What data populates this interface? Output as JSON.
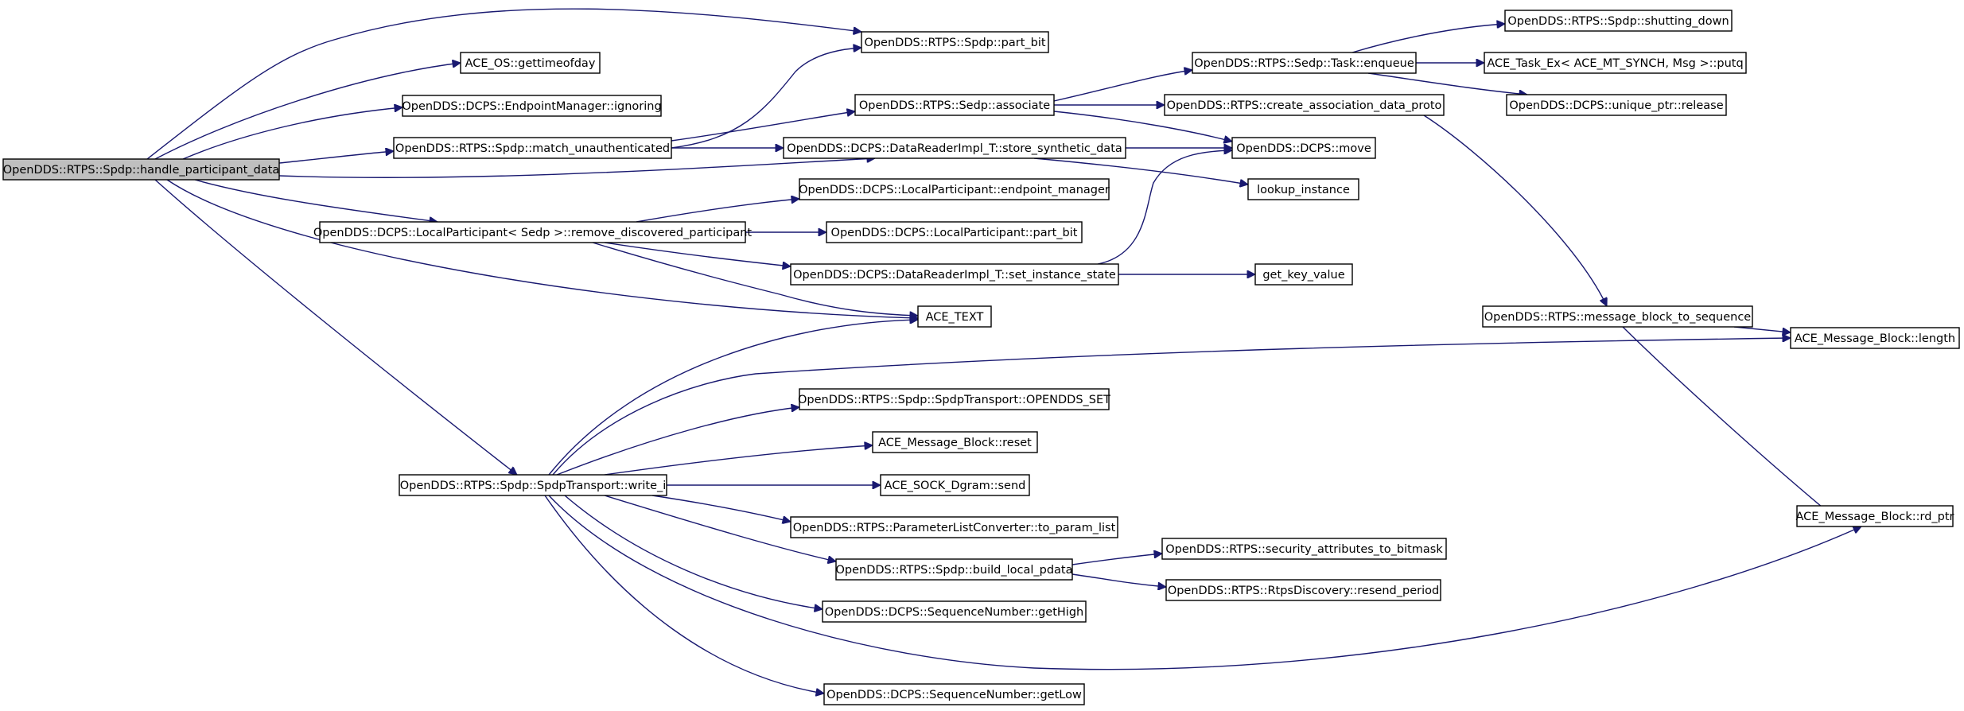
{
  "graph": {
    "type": "call-graph",
    "colors": {
      "root_fill": "#bfbfbf",
      "node_fill": "#ffffff",
      "node_border": "#000000",
      "edge": "#191970"
    },
    "nodes": [
      {
        "id": "root",
        "label": "OpenDDS::RTPS::Spdp::handle_participant_data",
        "root": true
      },
      {
        "id": "part_bit",
        "label": "OpenDDS::RTPS::Spdp::part_bit"
      },
      {
        "id": "gettimeofday",
        "label": "ACE_OS::gettimeofday"
      },
      {
        "id": "ignoring",
        "label": "OpenDDS::DCPS::EndpointManager::ignoring"
      },
      {
        "id": "match_unauth",
        "label": "OpenDDS::RTPS::Spdp::match_unauthenticated"
      },
      {
        "id": "remove_disc",
        "label": "OpenDDS::DCPS::LocalParticipant< Sedp >::remove_discovered_participant"
      },
      {
        "id": "write_i",
        "label": "OpenDDS::RTPS::Spdp::SpdpTransport::write_i"
      },
      {
        "id": "sedp_associate",
        "label": "OpenDDS::RTPS::Sedp::associate"
      },
      {
        "id": "store_synth",
        "label": "OpenDDS::DCPS::DataReaderImpl_T::store_synthetic_data"
      },
      {
        "id": "endpoint_manager",
        "label": "OpenDDS::DCPS::LocalParticipant::endpoint_manager"
      },
      {
        "id": "lp_part_bit",
        "label": "OpenDDS::DCPS::LocalParticipant::part_bit"
      },
      {
        "id": "set_instance_state",
        "label": "OpenDDS::DCPS::DataReaderImpl_T::set_instance_state"
      },
      {
        "id": "ace_text",
        "label": "ACE_TEXT"
      },
      {
        "id": "opendds_set",
        "label": "OpenDDS::RTPS::Spdp::SpdpTransport::OPENDDS_SET"
      },
      {
        "id": "mb_reset",
        "label": "ACE_Message_Block::reset"
      },
      {
        "id": "dgram_send",
        "label": "ACE_SOCK_Dgram::send"
      },
      {
        "id": "to_param_list",
        "label": "OpenDDS::RTPS::ParameterListConverter::to_param_list"
      },
      {
        "id": "build_local_pdata",
        "label": "OpenDDS::RTPS::Spdp::build_local_pdata"
      },
      {
        "id": "getHigh",
        "label": "OpenDDS::DCPS::SequenceNumber::getHigh"
      },
      {
        "id": "getLow",
        "label": "OpenDDS::DCPS::SequenceNumber::getLow"
      },
      {
        "id": "task_enqueue",
        "label": "OpenDDS::RTPS::Sedp::Task::enqueue"
      },
      {
        "id": "create_assoc",
        "label": "OpenDDS::RTPS::create_association_data_proto"
      },
      {
        "id": "dcps_move",
        "label": "OpenDDS::DCPS::move"
      },
      {
        "id": "lookup_instance",
        "label": "lookup_instance"
      },
      {
        "id": "get_key_value",
        "label": "get_key_value"
      },
      {
        "id": "sec_attr",
        "label": "OpenDDS::RTPS::security_attributes_to_bitmask"
      },
      {
        "id": "resend_period",
        "label": "OpenDDS::RTPS::RtpsDiscovery::resend_period"
      },
      {
        "id": "shutting_down",
        "label": "OpenDDS::RTPS::Spdp::shutting_down"
      },
      {
        "id": "putq",
        "label": "ACE_Task_Ex< ACE_MT_SYNCH, Msg >::putq"
      },
      {
        "id": "uptr_release",
        "label": "OpenDDS::DCPS::unique_ptr::release"
      },
      {
        "id": "mb_to_seq",
        "label": "OpenDDS::RTPS::message_block_to_sequence"
      },
      {
        "id": "mb_length",
        "label": "ACE_Message_Block::length"
      },
      {
        "id": "mb_rd_ptr",
        "label": "ACE_Message_Block::rd_ptr"
      }
    ],
    "edges": [
      {
        "from": "root",
        "to": "part_bit"
      },
      {
        "from": "root",
        "to": "gettimeofday"
      },
      {
        "from": "root",
        "to": "ignoring"
      },
      {
        "from": "root",
        "to": "match_unauth"
      },
      {
        "from": "root",
        "to": "store_synth"
      },
      {
        "from": "root",
        "to": "remove_disc"
      },
      {
        "from": "root",
        "to": "ace_text"
      },
      {
        "from": "root",
        "to": "write_i"
      },
      {
        "from": "match_unauth",
        "to": "part_bit"
      },
      {
        "from": "match_unauth",
        "to": "sedp_associate"
      },
      {
        "from": "match_unauth",
        "to": "store_synth"
      },
      {
        "from": "remove_disc",
        "to": "endpoint_manager"
      },
      {
        "from": "remove_disc",
        "to": "lp_part_bit"
      },
      {
        "from": "remove_disc",
        "to": "set_instance_state"
      },
      {
        "from": "remove_disc",
        "to": "ace_text"
      },
      {
        "from": "sedp_associate",
        "to": "task_enqueue"
      },
      {
        "from": "sedp_associate",
        "to": "create_assoc"
      },
      {
        "from": "sedp_associate",
        "to": "dcps_move"
      },
      {
        "from": "store_synth",
        "to": "dcps_move"
      },
      {
        "from": "store_synth",
        "to": "lookup_instance"
      },
      {
        "from": "set_instance_state",
        "to": "dcps_move"
      },
      {
        "from": "set_instance_state",
        "to": "get_key_value"
      },
      {
        "from": "task_enqueue",
        "to": "shutting_down"
      },
      {
        "from": "task_enqueue",
        "to": "putq"
      },
      {
        "from": "task_enqueue",
        "to": "uptr_release"
      },
      {
        "from": "create_assoc",
        "to": "mb_to_seq"
      },
      {
        "from": "mb_to_seq",
        "to": "mb_length"
      },
      {
        "from": "mb_to_seq",
        "to": "mb_rd_ptr"
      },
      {
        "from": "write_i",
        "to": "ace_text"
      },
      {
        "from": "write_i",
        "to": "mb_length"
      },
      {
        "from": "write_i",
        "to": "opendds_set"
      },
      {
        "from": "write_i",
        "to": "mb_reset"
      },
      {
        "from": "write_i",
        "to": "dgram_send"
      },
      {
        "from": "write_i",
        "to": "to_param_list"
      },
      {
        "from": "write_i",
        "to": "build_local_pdata"
      },
      {
        "from": "write_i",
        "to": "getHigh"
      },
      {
        "from": "write_i",
        "to": "mb_rd_ptr"
      },
      {
        "from": "write_i",
        "to": "getLow"
      },
      {
        "from": "build_local_pdata",
        "to": "sec_attr"
      },
      {
        "from": "build_local_pdata",
        "to": "resend_period"
      }
    ]
  }
}
